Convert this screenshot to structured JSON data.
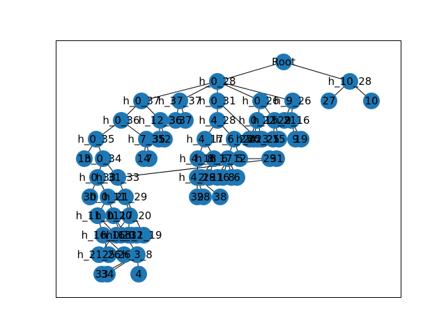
{
  "diagram": {
    "type": "tree",
    "colors": {
      "node": "#1f77b4",
      "edge": "#000000",
      "frame": "#000000",
      "label": "#000000"
    },
    "nodes": [
      {
        "id": "root",
        "label": "Root"
      },
      {
        "id": "h_0_28",
        "label": "h_0_28"
      },
      {
        "id": "h_10_28",
        "label": "h_10_28"
      },
      {
        "id": "h_0_37",
        "label": "h_0_37"
      },
      {
        "id": "h_37_37",
        "label": "h_37_37"
      },
      {
        "id": "h_0_31",
        "label": "h_0_31"
      },
      {
        "id": "h_0_26",
        "label": "h_0_26"
      },
      {
        "id": "h_9_26",
        "label": "h_9_26"
      },
      {
        "id": "n27",
        "label": "27"
      },
      {
        "id": "n10",
        "label": "10"
      },
      {
        "id": "h_0_36",
        "label": "h_0_36"
      },
      {
        "id": "h_12_36",
        "label": "h_12_36"
      },
      {
        "id": "n36",
        "label": "36"
      },
      {
        "id": "n37",
        "label": "37"
      },
      {
        "id": "h_4_28",
        "label": "h_4_28"
      },
      {
        "id": "h_0_22",
        "label": "h_0_22"
      },
      {
        "id": "h_15_21",
        "label": "h_15_21"
      },
      {
        "id": "h_9_16",
        "label": "h_9_16"
      },
      {
        "id": "n22",
        "label": "22"
      },
      {
        "id": "n9",
        "label": "9"
      },
      {
        "id": "n19",
        "label": "19"
      },
      {
        "id": "h_0_35",
        "label": "h_0_35"
      },
      {
        "id": "h_7_35",
        "label": "h_7_35"
      },
      {
        "id": "n35",
        "label": "35"
      },
      {
        "id": "n12",
        "label": "12"
      },
      {
        "id": "h_4_17",
        "label": "h_4_17"
      },
      {
        "id": "h_6_25",
        "label": "h_6_25"
      },
      {
        "id": "h_25_25",
        "label": "h_25_25"
      },
      {
        "id": "n24",
        "label": "24"
      },
      {
        "id": "n40",
        "label": "40"
      },
      {
        "id": "n23",
        "label": "23"
      },
      {
        "id": "n21",
        "label": "21"
      },
      {
        "id": "n15",
        "label": "15"
      },
      {
        "id": "n13",
        "label": "13"
      },
      {
        "id": "h_0_34",
        "label": "h_0_34"
      },
      {
        "id": "n14",
        "label": "14"
      },
      {
        "id": "n7",
        "label": "7"
      },
      {
        "id": "h_4_18",
        "label": "h_4_18"
      },
      {
        "id": "h_8_17",
        "label": "h_8_17"
      },
      {
        "id": "h_6_12",
        "label": "h_6_12"
      },
      {
        "id": "n5",
        "label": "5"
      },
      {
        "id": "h_0_33",
        "label": "h_0_33"
      },
      {
        "id": "h_31_33",
        "label": "h_31_33"
      },
      {
        "id": "n29",
        "label": "29"
      },
      {
        "id": "h_4_29",
        "label": "h_4_29"
      },
      {
        "id": "n2",
        "label": "2"
      },
      {
        "id": "n18",
        "label": "18"
      },
      {
        "id": "n11",
        "label": "11"
      },
      {
        "id": "n16",
        "label": "16"
      },
      {
        "id": "n8",
        "label": "8"
      },
      {
        "id": "n6",
        "label": "6"
      },
      {
        "id": "n30",
        "label": "30"
      },
      {
        "id": "h_0_11",
        "label": "h_0_11"
      },
      {
        "id": "n31",
        "label": "31"
      },
      {
        "id": "h_21_29",
        "label": "h_21_29"
      },
      {
        "id": "n39",
        "label": "39"
      },
      {
        "id": "n28",
        "label": "28"
      },
      {
        "id": "n38",
        "label": "38"
      },
      {
        "id": "h_11_11",
        "label": "h_11_11"
      },
      {
        "id": "h_0_20",
        "label": "h_0_20"
      },
      {
        "id": "h_17_20",
        "label": "h_17_20"
      },
      {
        "id": "h_1_19",
        "label": "h_1_19"
      },
      {
        "id": "h_16_16",
        "label": "h_16_16"
      },
      {
        "id": "h_0_3",
        "label": "h_0_3"
      },
      {
        "id": "h_1_1",
        "label": "h_1_1"
      },
      {
        "id": "h_3_8",
        "label": "h_3_8"
      },
      {
        "id": "h_21_26",
        "label": "h_21_26"
      },
      {
        "id": "n20",
        "label": "20"
      },
      {
        "id": "n0",
        "label": "0"
      },
      {
        "id": "n32",
        "label": "32"
      },
      {
        "id": "n25",
        "label": "25"
      },
      {
        "id": "n26",
        "label": "26"
      },
      {
        "id": "n33",
        "label": "33"
      },
      {
        "id": "n34",
        "label": "34"
      },
      {
        "id": "n4",
        "label": "4"
      }
    ],
    "edges": [
      [
        "root",
        "h_0_28"
      ],
      [
        "root",
        "h_10_28"
      ],
      [
        "h_10_28",
        "n27"
      ],
      [
        "h_10_28",
        "n10"
      ],
      [
        "h_0_28",
        "h_0_37"
      ],
      [
        "h_0_28",
        "h_37_37"
      ],
      [
        "h_0_28",
        "h_0_31"
      ],
      [
        "h_0_28",
        "h_0_26"
      ],
      [
        "h_0_28",
        "h_9_26"
      ],
      [
        "h_0_37",
        "h_0_36"
      ],
      [
        "h_0_37",
        "h_12_36"
      ],
      [
        "h_37_37",
        "n36"
      ],
      [
        "h_37_37",
        "n37"
      ],
      [
        "h_0_31",
        "h_4_28"
      ],
      [
        "h_0_31",
        "h_25_25"
      ],
      [
        "h_0_26",
        "h_0_22"
      ],
      [
        "h_0_26",
        "h_15_21"
      ],
      [
        "h_9_26",
        "h_9_16"
      ],
      [
        "h_9_26",
        "n22"
      ],
      [
        "h_9_16",
        "n9"
      ],
      [
        "h_9_16",
        "n19"
      ],
      [
        "h_0_36",
        "h_0_35"
      ],
      [
        "h_0_36",
        "h_7_35"
      ],
      [
        "h_12_36",
        "n35"
      ],
      [
        "h_12_36",
        "n12"
      ],
      [
        "h_4_28",
        "h_4_17"
      ],
      [
        "h_4_28",
        "h_6_25"
      ],
      [
        "h_0_22",
        "n24"
      ],
      [
        "h_0_22",
        "n40"
      ],
      [
        "h_0_22",
        "n23"
      ],
      [
        "h_15_21",
        "n21"
      ],
      [
        "h_15_21",
        "n15"
      ],
      [
        "h_0_35",
        "n13"
      ],
      [
        "h_0_35",
        "h_0_34"
      ],
      [
        "h_7_35",
        "n14"
      ],
      [
        "h_7_35",
        "n7"
      ],
      [
        "h_4_17",
        "h_4_18"
      ],
      [
        "h_4_17",
        "h_8_17"
      ],
      [
        "h_6_25",
        "h_6_12"
      ],
      [
        "h_6_25",
        "n5"
      ],
      [
        "h_0_34",
        "h_0_33"
      ],
      [
        "h_0_34",
        "h_31_33"
      ],
      [
        "h_4_18",
        "n29"
      ],
      [
        "h_4_18",
        "h_4_29"
      ],
      [
        "h_8_17",
        "n2"
      ],
      [
        "h_8_17",
        "n18"
      ],
      [
        "h_6_12",
        "n11"
      ],
      [
        "h_6_12",
        "n16"
      ],
      [
        "h_6_12",
        "n8"
      ],
      [
        "h_6_12",
        "n6"
      ],
      [
        "h_0_33",
        "n30"
      ],
      [
        "h_0_33",
        "h_0_11"
      ],
      [
        "h_31_33",
        "n31"
      ],
      [
        "h_31_33",
        "h_21_29"
      ],
      [
        "h_4_29",
        "n39"
      ],
      [
        "h_4_29",
        "n28"
      ],
      [
        "h_4_29",
        "n38"
      ],
      [
        "h_0_11",
        "h_11_11"
      ],
      [
        "h_0_11",
        "h_0_20"
      ],
      [
        "h_21_29",
        "h_17_20"
      ],
      [
        "h_21_29",
        "h_1_19"
      ],
      [
        "h_11_11",
        "h_16_16"
      ],
      [
        "h_11_11",
        "h_0_3"
      ],
      [
        "h_0_20",
        "h_1_1"
      ],
      [
        "h_0_20",
        "h_3_8"
      ],
      [
        "h_17_20",
        "h_21_26"
      ],
      [
        "h_17_20",
        "n20"
      ],
      [
        "h_1_19",
        "n0"
      ],
      [
        "h_1_19",
        "n32"
      ],
      [
        "h_16_16",
        "n25"
      ],
      [
        "h_16_16",
        "n26"
      ],
      [
        "h_3_8",
        "n33"
      ],
      [
        "h_3_8",
        "n34"
      ],
      [
        "h_3_8",
        "n4"
      ]
    ]
  }
}
